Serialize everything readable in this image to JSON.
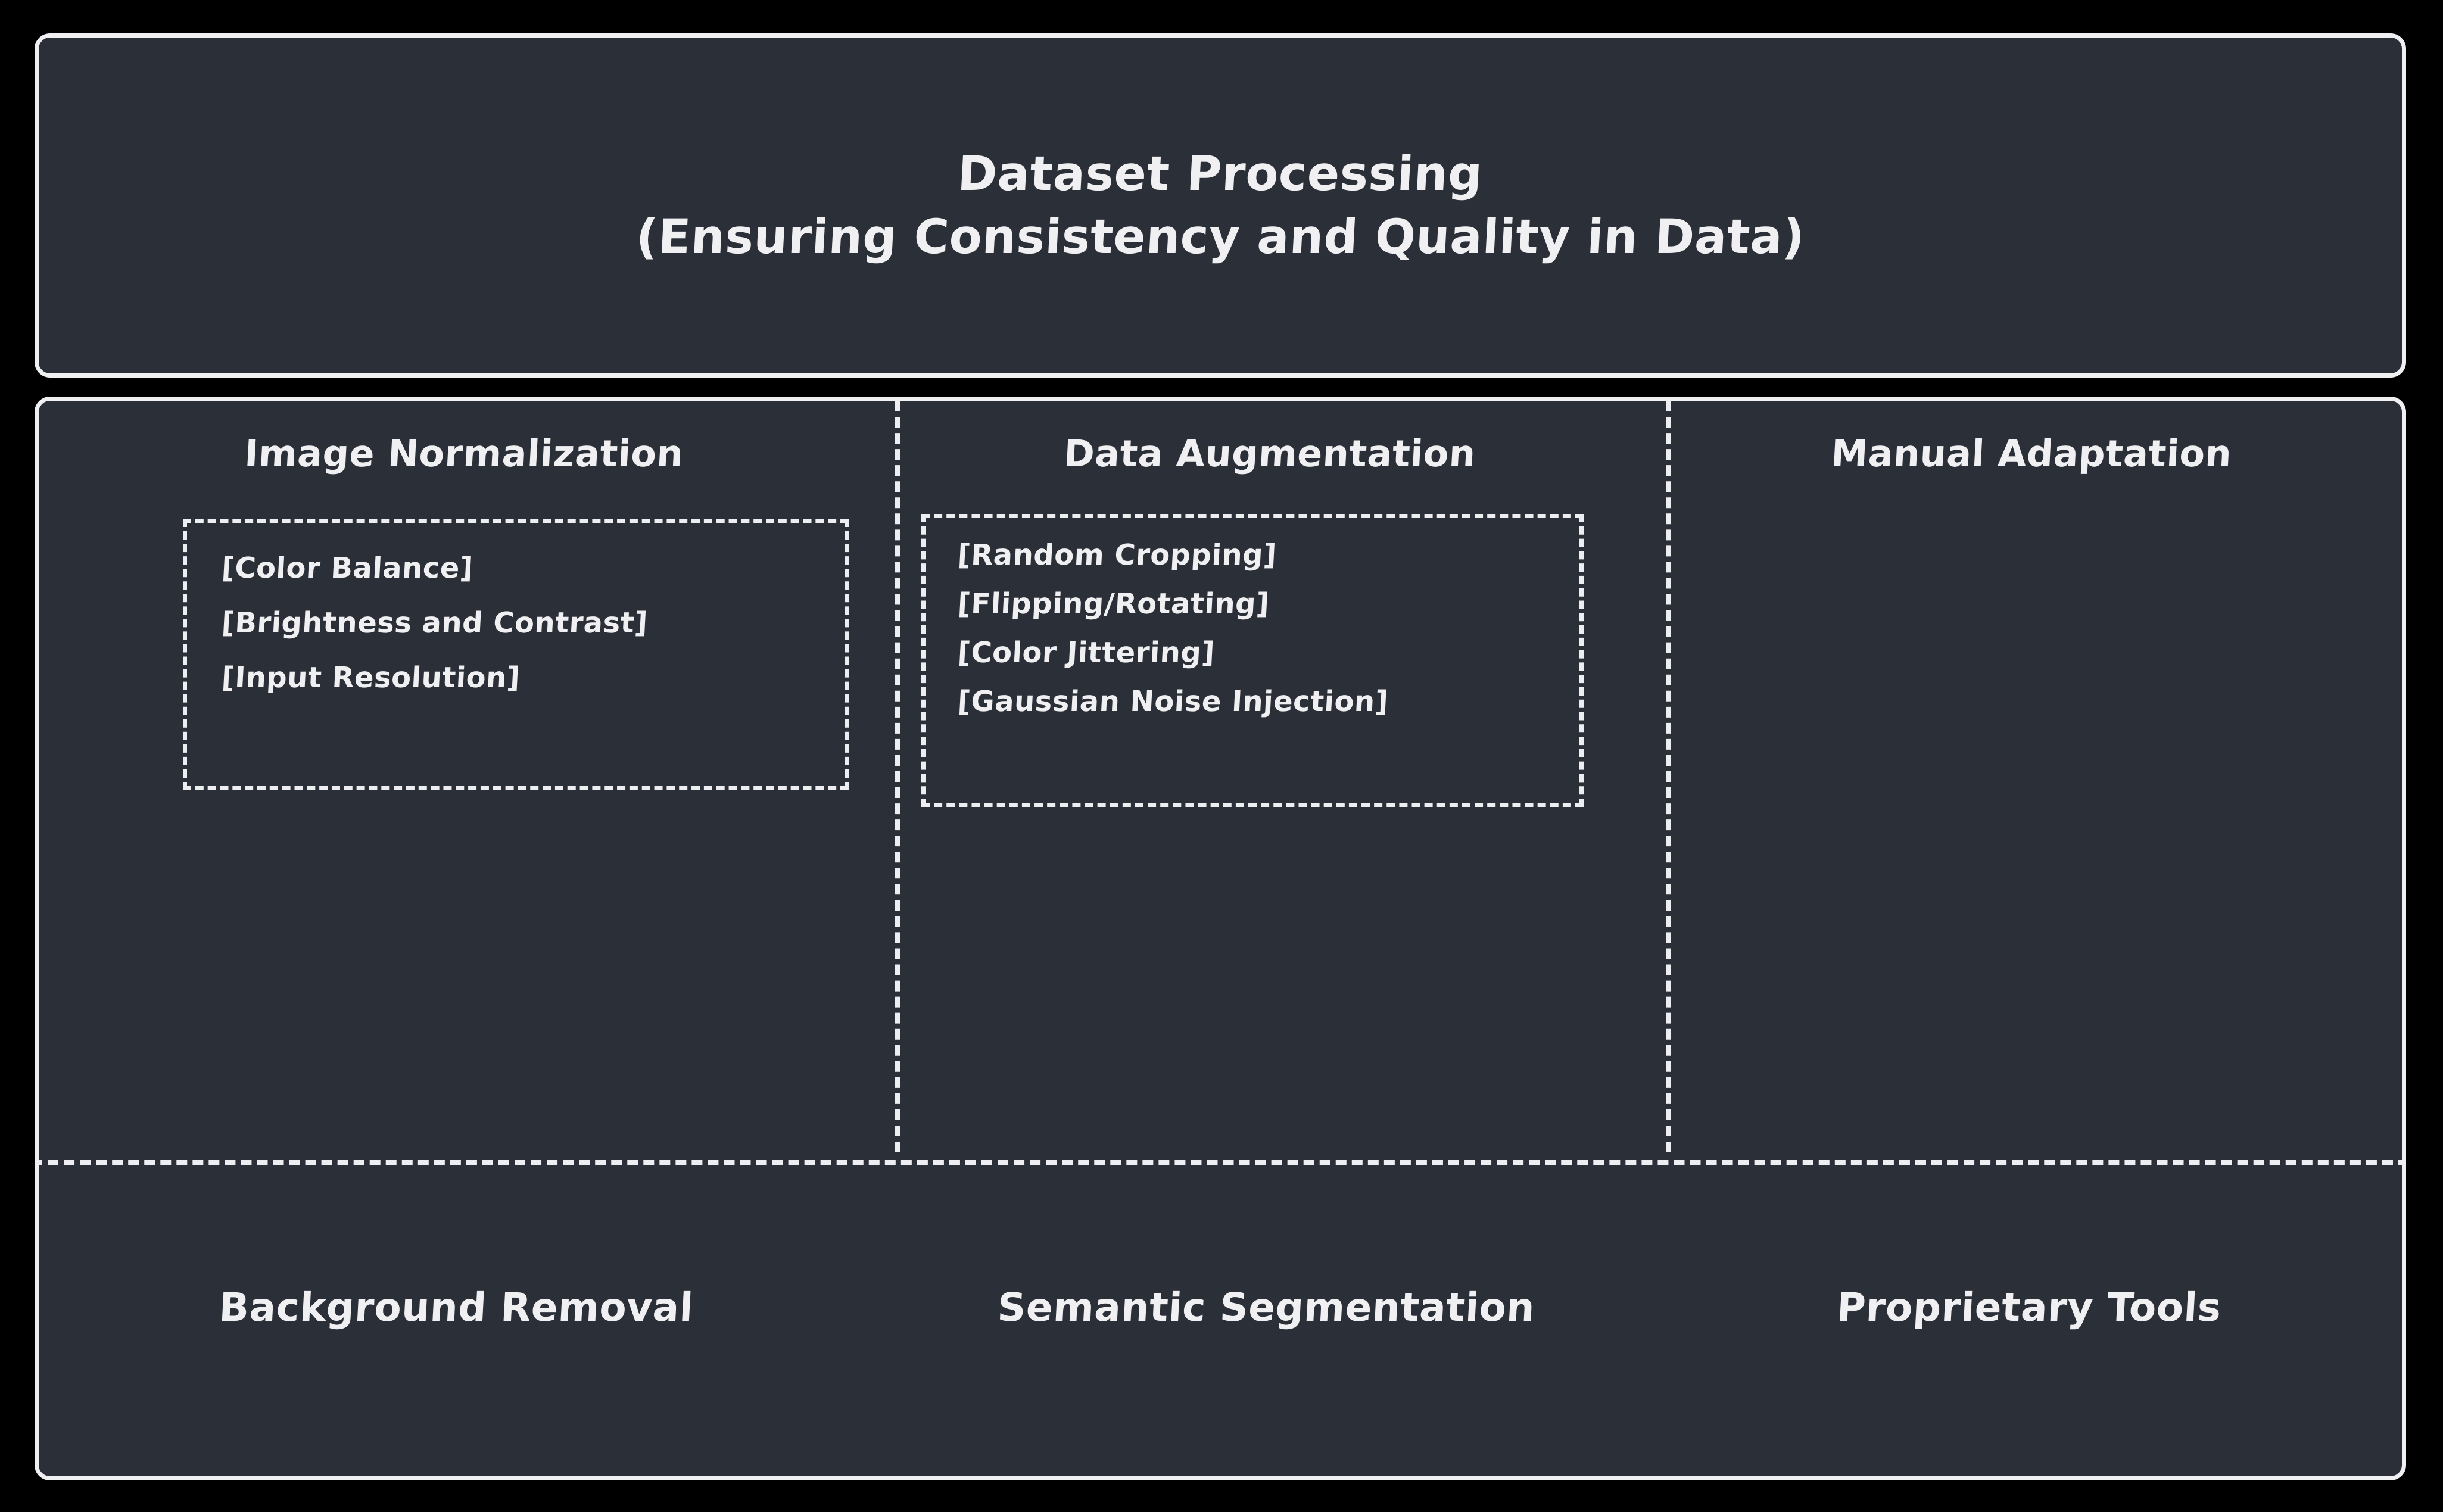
{
  "theme": {
    "page_background": "#000000",
    "panel_background": "#2b2f38",
    "border_color": "#f0f0f2",
    "text_color": "#f0f0f2",
    "dashed_color": "#eceef1"
  },
  "title_panel": {
    "line1": "Dataset Processing",
    "line2": "(Ensuring Consistency and Quality in Data)"
  },
  "columns": [
    {
      "heading": "Image Normalization",
      "items": [
        "[Color Balance]",
        "[Brightness and Contrast]",
        "[Input Resolution]"
      ],
      "footer": "Background Removal"
    },
    {
      "heading": "Data Augmentation",
      "items": [
        "[Random Cropping]",
        "[Flipping/Rotating]",
        "[Color Jittering]",
        "[Gaussian Noise Injection]"
      ],
      "footer": "Semantic Segmentation"
    },
    {
      "heading": "Manual Adaptation",
      "items": [],
      "footer": "Proprietary Tools"
    }
  ]
}
